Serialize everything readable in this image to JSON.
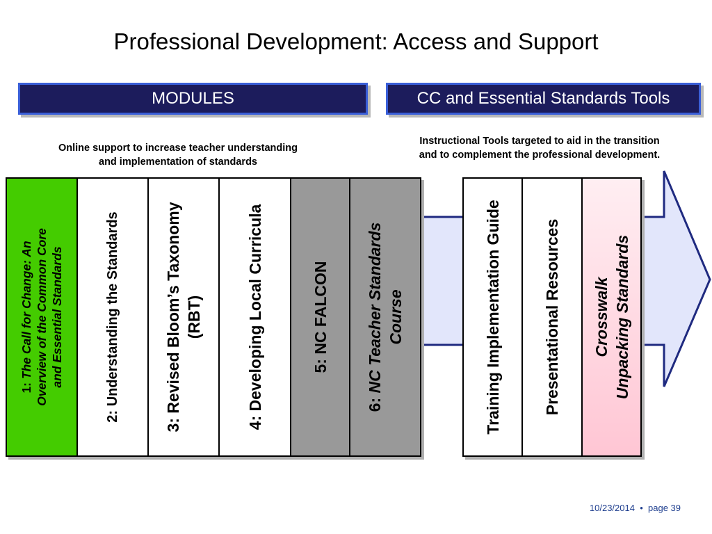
{
  "slide": {
    "title": "Professional Development: Access and Support",
    "modules_header": "MODULES",
    "tools_header": "CC and Essential Standards Tools",
    "modules_description_line1": "Online support to increase teacher understanding",
    "modules_description_line2": "and implementation of standards",
    "tools_description_line1": "Instructional Tools targeted to aid in the transition",
    "tools_description_line2": "and to complement the professional development.",
    "modules": [
      {
        "number": "1:",
        "line1": " The Call for Change: An",
        "line2": "Overview of the Common Core",
        "line3": "and Essential Standards"
      },
      {
        "number": "2:",
        "text": " Understanding the Standards"
      },
      {
        "number": "3:",
        "text": " Revised Bloom’s Taxonomy",
        "line2": "(RBT)"
      },
      {
        "number": "4:",
        "text": " Developing Local Curricula"
      },
      {
        "number": "5:",
        "text": " NC FALCON"
      },
      {
        "number": "6:",
        "line1": " NC Teacher Standards",
        "line2": "Course"
      }
    ],
    "tools": [
      {
        "text": "Training Implementation Guide"
      },
      {
        "text": "Presentational Resources"
      },
      {
        "line1": "Crosswalk",
        "line2": "Unpacking Standards"
      }
    ],
    "footer": {
      "date": "10/23/2014",
      "separator": "•",
      "page": "page 39"
    }
  },
  "colors": {
    "header_bg": "#1c1c5c",
    "header_border": "#3a5fd8",
    "module1_green": "#44cc00",
    "module_gray": "#999999",
    "arrow_fill": "#e2e6fb",
    "arrow_stroke": "#1f2a80",
    "crosswalk_pink": "#ffc6d4"
  }
}
